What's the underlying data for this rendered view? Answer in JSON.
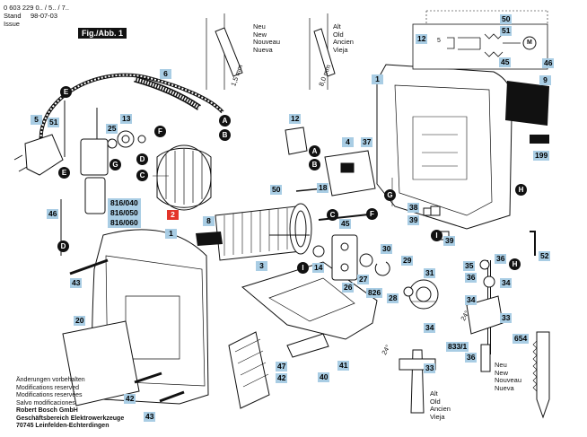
{
  "header": {
    "part_number": "0 603 229 0.. / 5.. / 7..",
    "stand_label": "Stand",
    "stand_value": "98-07-03",
    "issue_label": "Issue",
    "fig_label": "Fig./Abb. 1"
  },
  "lang_new": [
    "Neu",
    "New",
    "Nouveau",
    "Nueva"
  ],
  "lang_old": [
    "Alt",
    "Old",
    "Ancien",
    "Vieja"
  ],
  "dims": {
    "new_dim": "1,5 mm",
    "old_dim": "8,0 mm",
    "angle": "24°"
  },
  "footer": {
    "lines": [
      "Änderungen vorbehalten",
      "Modifications reserved",
      "Modifications reservées",
      "Salvo modificaciones"
    ],
    "company": [
      "Robert Bosch GmbH",
      "Geschäftsbereich Elektrowerkzeuge",
      "70745 Leinfelden-Echterdingen"
    ]
  },
  "parts": {
    "p1a": "1",
    "p1b": "1",
    "p2": "2",
    "p3": "3",
    "p4": "4",
    "p5": "5",
    "p6": "6",
    "p8": "8",
    "p9": "9",
    "p12": "12",
    "p12s": "12",
    "p13": "13",
    "p14": "14",
    "p18": "18",
    "p20": "20",
    "p25": "25",
    "p26": "26",
    "p27": "27",
    "p28": "28",
    "p29": "29",
    "p30": "30",
    "p31": "31",
    "p33a": "33",
    "p33b": "33",
    "p34a": "34",
    "p34b": "34",
    "p34c": "34",
    "p35": "35",
    "p36a": "36",
    "p36b": "36",
    "p36c": "36",
    "p37": "37",
    "p38": "38",
    "p39a": "39",
    "p39b": "39",
    "p40": "40",
    "p41": "41",
    "p42a": "42",
    "p42b": "42",
    "p43a": "43",
    "p43b": "43",
    "p45a": "45",
    "p45b": "45",
    "p46a": "46",
    "p46b": "46",
    "p47": "47",
    "p50a": "50",
    "p50b": "50",
    "p51a": "51",
    "p51b": "51",
    "p52": "52",
    "p199": "199",
    "p654": "654",
    "p826": "826",
    "p833": "833/1",
    "p816a": "816/040",
    "p816b": "816/050",
    "p816c": "816/060"
  },
  "connectors": {
    "A": "A",
    "B": "B",
    "C": "C",
    "D": "D",
    "E": "E",
    "F": "F",
    "G": "G",
    "H": "H",
    "I": "I"
  },
  "schematic": {
    "n5": "5",
    "motor": "M"
  },
  "colors": {
    "tag": "#a9cde4",
    "highlight": "#e3342a"
  }
}
